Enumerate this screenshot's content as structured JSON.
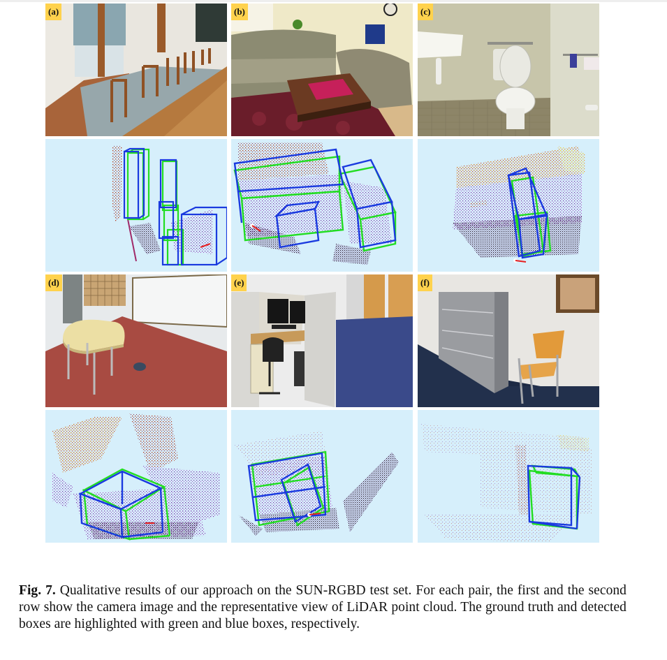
{
  "figure": {
    "number_label": "Fig. 7.",
    "caption_text": "Qualitative results of our approach on the SUN-RGBD test set. For each pair, the first and the second row show the camera image and the representative view of LiDAR point cloud. The ground truth and detected boxes are highlighted with green and blue boxes, respectively.",
    "legend": {
      "ground_truth_color": "#22dd22",
      "detected_color": "#1a3adf",
      "cloud_background": "#d6effb",
      "label_background": "#ffd24d"
    }
  },
  "panels": [
    {
      "label": "(a)",
      "scene": "conference room with long wooden table and chairs",
      "row": "camera"
    },
    {
      "label": "(b)",
      "scene": "living room with leather sofas and coffee table",
      "row": "camera"
    },
    {
      "label": "(c)",
      "scene": "bathroom with sink and toilet",
      "row": "camera"
    },
    {
      "label": "(d)",
      "scene": "room with oval table on red carpet",
      "row": "camera"
    },
    {
      "label": "(e)",
      "scene": "office cubicle with desk, monitors and chair",
      "row": "camera"
    },
    {
      "label": "(f)",
      "scene": "filing cabinets and chair",
      "row": "camera"
    }
  ],
  "clouds": [
    {
      "for": "(a)",
      "row": "lidar"
    },
    {
      "for": "(b)",
      "row": "lidar"
    },
    {
      "for": "(c)",
      "row": "lidar"
    },
    {
      "for": "(d)",
      "row": "lidar"
    },
    {
      "for": "(e)",
      "row": "lidar"
    },
    {
      "for": "(f)",
      "row": "lidar"
    }
  ]
}
